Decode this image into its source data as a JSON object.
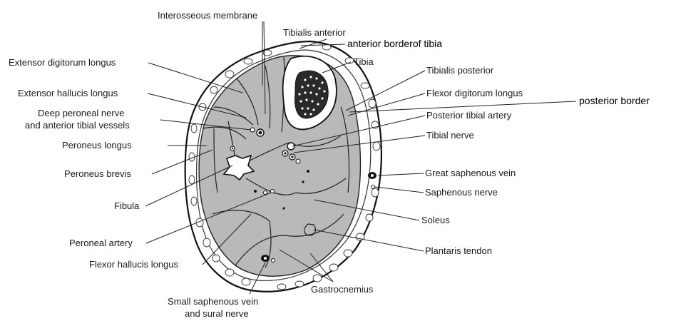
{
  "labels": {
    "interosseous_membrane": "Interosseous membrane",
    "tibialis_anterior": "Tibialis anterior",
    "anterior_border_of_tibia": "anterior borderof tibia",
    "tibia": "Tibia",
    "tibialis_posterior": "Tibialis posterior",
    "flexor_digitorum_longus": "Flexor digitorum longus",
    "posterior_border": "posterior border",
    "posterior_tibial_artery": "Posterior tibial artery",
    "tibial_nerve": "Tibial nerve",
    "great_saphenous_vein": "Great saphenous vein",
    "saphenous_nerve": "Saphenous nerve",
    "soleus": "Soleus",
    "plantaris_tendon": "Plantaris tendon",
    "gastrocnemius": "Gastrocnemius",
    "small_saphenous_vein_1": "Small saphenous vein",
    "small_saphenous_vein_2": "and sural nerve",
    "flexor_hallucis_longus": "Flexor hallucis longus",
    "peroneal_artery": "Peroneal artery",
    "fibula": "Fibula",
    "peroneus_brevis": "Peroneus brevis",
    "peroneus_longus": "Peroneus longus",
    "deep_peroneal_1": "Deep peroneal nerve",
    "deep_peroneal_2": "and anterior tibial vessels",
    "extensor_hallucis_longus": "Extensor hallucis longus",
    "extensor_digitorum_longus": "Extensor digitorum longus"
  }
}
